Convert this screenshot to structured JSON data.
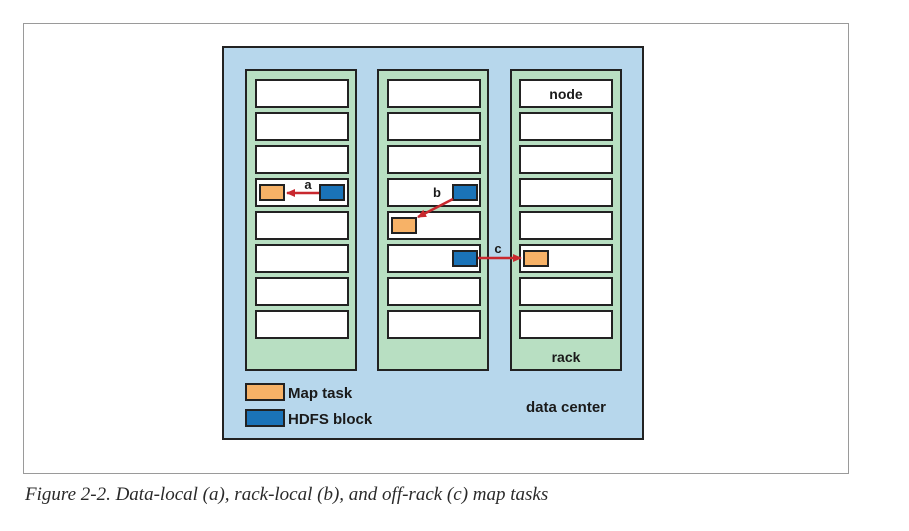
{
  "figure": {
    "caption": "Figure 2-2. Data-local (a), rack-local (b), and off-rack (c) map tasks"
  },
  "diagram": {
    "node_label": "node",
    "rack_label": "rack",
    "data_center_label": "data center",
    "arrows": {
      "a": "a",
      "b": "b",
      "c": "c"
    },
    "legend": {
      "map_task": "Map task",
      "hdfs_block": "HDFS block"
    }
  },
  "colors": {
    "data_center_bg": "#b7d7ec",
    "rack_bg": "#b8dfc2",
    "node_bg": "#ffffff",
    "map_task": "#f7b267",
    "hdfs_block": "#1a73b8",
    "arrow": "#c8282e",
    "outline": "#222222"
  }
}
